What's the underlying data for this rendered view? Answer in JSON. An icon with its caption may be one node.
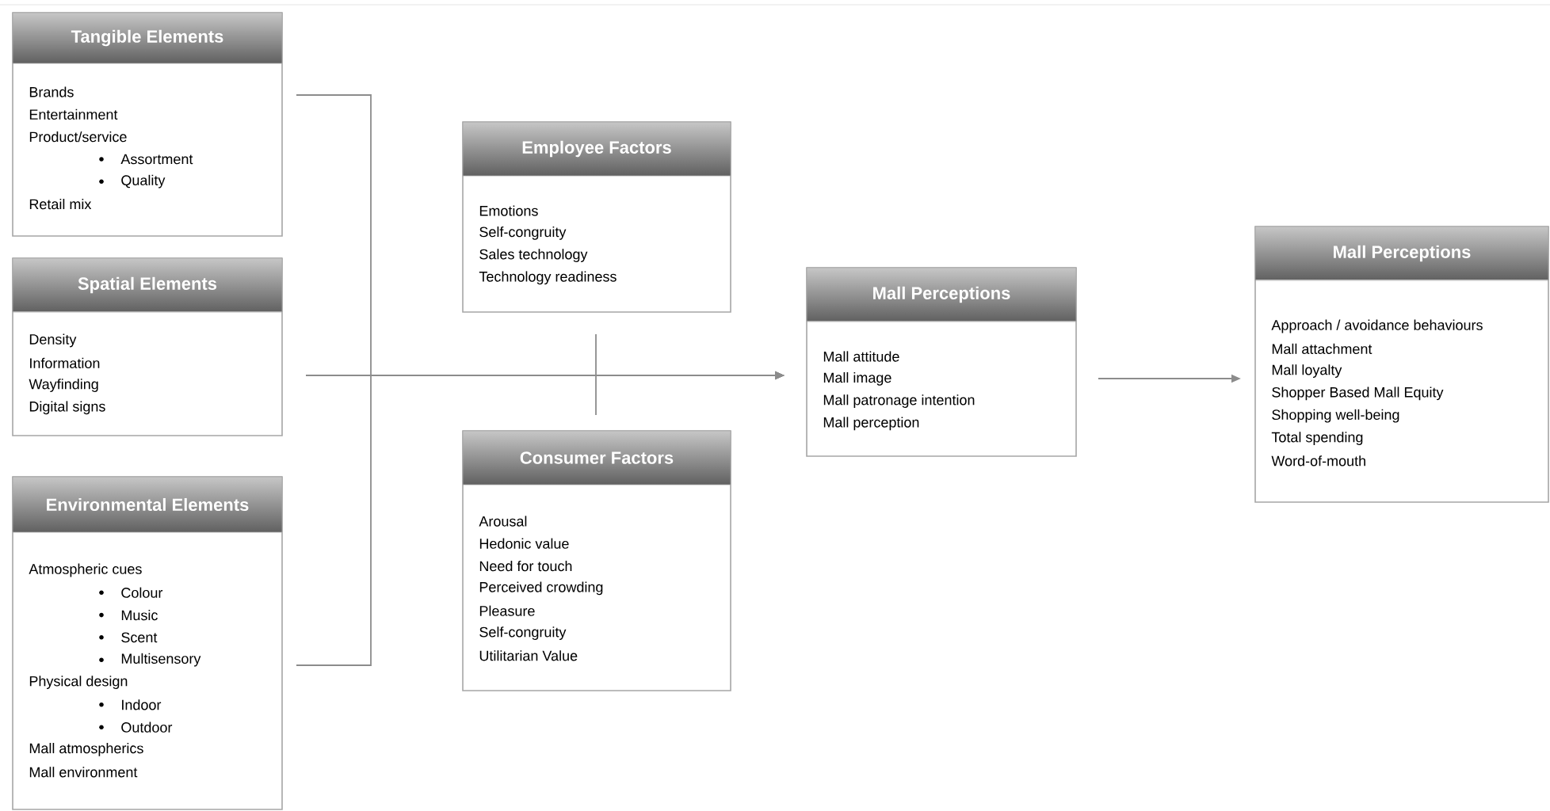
{
  "diagram": {
    "nodes": [
      {
        "text": [
          "Tangible Elements",
          "Brands",
          "Entertainment",
          "Product/service",
          "Assortment",
          "Quality",
          "Retail mix"
        ]
      },
      {
        "text": [
          "Spatial Elements",
          "Density",
          "Information",
          "Wayfinding",
          "Digital signs"
        ]
      },
      {
        "text": [
          "Environmental Elements",
          "Atmospheric cues",
          "Colour",
          "Music",
          "Scent",
          "Multisensory",
          "Physical design",
          "Indoor",
          "Outdoor",
          "Mall atmospherics",
          "Mall environment"
        ]
      },
      {
        "text": [
          "Employee Factors",
          "Emotions",
          "Self-congruity",
          "Sales technology",
          "Technology readiness"
        ]
      },
      {
        "text": [
          "Consumer Factors",
          "Arousal",
          "Hedonic value",
          "Need for touch",
          "Perceived crowding",
          "Pleasure",
          "Self-congruity",
          "Utilitarian  Value"
        ]
      },
      {
        "text": [
          "Mall Perceptions",
          "Mall attitude",
          "Mall image",
          "Mall patronage intention",
          "Mall perception"
        ]
      },
      {
        "text": [
          "Mall Perceptions",
          "Approach / avoidance behaviours",
          "Mall attachment",
          "Mall loyalty",
          "Shopper Based Mall Equity",
          "Shopping well-being",
          "Total spending",
          "Word-of-mouth"
        ]
      }
    ],
    "edges": [
      {
        "from": 0,
        "to": 5,
        "arrow": "to"
      },
      {
        "from": 1,
        "to": 5,
        "arrow": "to"
      },
      {
        "from": 2,
        "to": 5,
        "arrow": "to"
      },
      {
        "from": 3,
        "to": 5,
        "arrow": "to"
      },
      {
        "from": 4,
        "to": 5,
        "arrow": "to"
      },
      {
        "from": 5,
        "to": 6,
        "arrow": "to"
      }
    ]
  }
}
